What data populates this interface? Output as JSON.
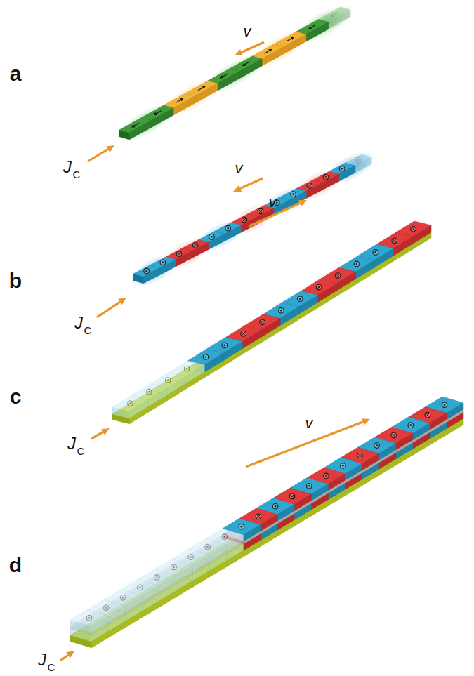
{
  "diagram": {
    "labels": [
      "a",
      "v",
      "J",
      "C",
      "b",
      "v",
      "J",
      "C",
      "c",
      "v",
      "J",
      "C",
      "d",
      "v",
      "J",
      "C"
    ]
  }
}
